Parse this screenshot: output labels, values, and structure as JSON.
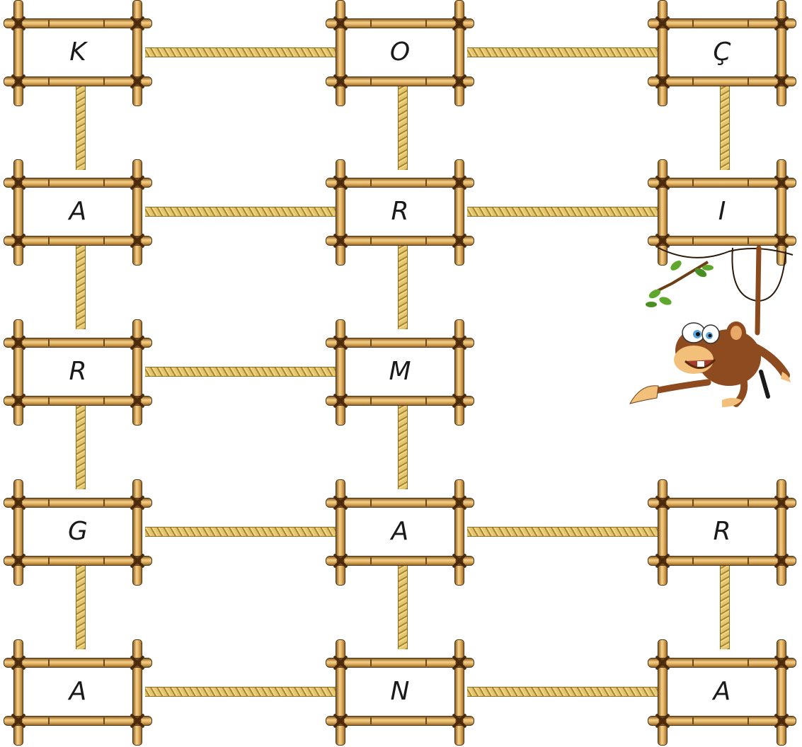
{
  "puzzle": {
    "cells": [
      {
        "id": "r0c0",
        "letter": "K"
      },
      {
        "id": "r0c1",
        "letter": "O"
      },
      {
        "id": "r0c2",
        "letter": "Ç"
      },
      {
        "id": "r1c0",
        "letter": "A"
      },
      {
        "id": "r1c1",
        "letter": "R"
      },
      {
        "id": "r1c2",
        "letter": "I"
      },
      {
        "id": "r2c0",
        "letter": "R"
      },
      {
        "id": "r2c1",
        "letter": "M"
      },
      {
        "id": "r3c0",
        "letter": "G"
      },
      {
        "id": "r3c1",
        "letter": "A"
      },
      {
        "id": "r3c2",
        "letter": "R"
      },
      {
        "id": "r4c0",
        "letter": "A"
      },
      {
        "id": "r4c1",
        "letter": "N"
      },
      {
        "id": "r4c2",
        "letter": "A"
      }
    ]
  },
  "character": {
    "icon": "monkey-icon"
  }
}
